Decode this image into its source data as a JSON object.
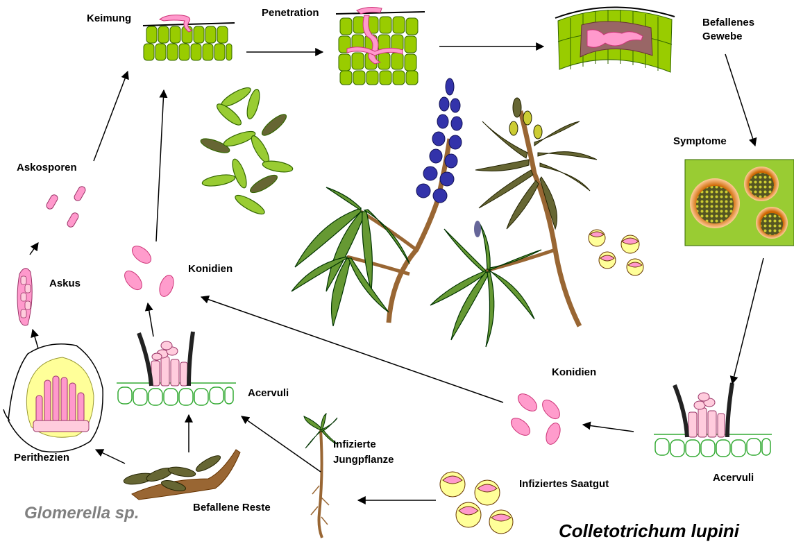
{
  "labels": {
    "keimung": "Keimung",
    "penetration": "Penetration",
    "befallenes_gewebe_1": "Befallenes",
    "befallenes_gewebe_2": "Gewebe",
    "symptome": "Symptome",
    "askosporen": "Askosporen",
    "askus": "Askus",
    "konidien_left": "Konidien",
    "konidien_right": "Konidien",
    "acervuli_left": "Acervuli",
    "acervuli_right": "Acervuli",
    "perithezien": "Perithezien",
    "infizierte_jungpflanze_1": "Infizierte",
    "infizierte_jungpflanze_2": "Jungpflanze",
    "infiziertes_saatgut": "Infiziertes Saatgut",
    "befallene_reste": "Befallene Reste"
  },
  "species": {
    "teleomorph": "Glomerella sp.",
    "anamorph": "Colletotrichum lupini"
  },
  "colors": {
    "cell_green": "#99cc00",
    "fungus_pink": "#ff99cc",
    "conidia_pink": "#ff9ccc",
    "leaf_green": "#99cc33",
    "leaf_dark": "#006600",
    "olive_leaf": "#666633",
    "stem_brown": "#996633",
    "lupin_flower": "#3333aa",
    "symptom_bg": "#99cc33",
    "lesion_brown": "#cc6600",
    "seed_yellow": "#ffff99",
    "perithecium_fill": "#ffff99",
    "gray_title": "#808080"
  }
}
